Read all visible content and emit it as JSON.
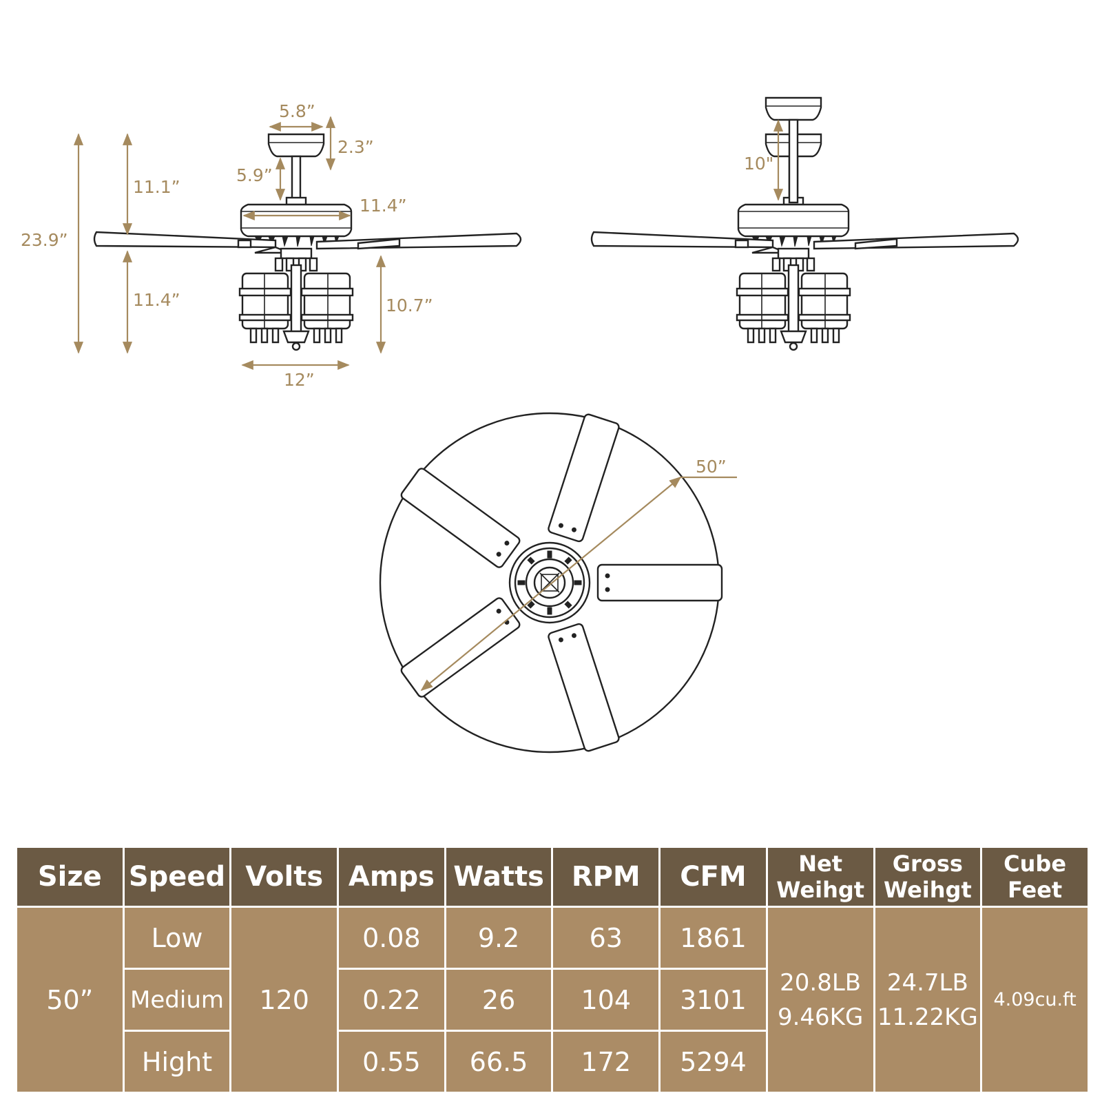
{
  "dimensions": {
    "canopy_width": "5.8”",
    "canopy_height": "2.3”",
    "downrod_short": "5.9”",
    "upper_height": "11.1”",
    "total_height": "23.9”",
    "lower_height": "11.4”",
    "motor_width": "11.4”",
    "light_kit_height": "10.7”",
    "light_kit_width": "12”",
    "downrod_long": "10\"",
    "blade_span": "50”"
  },
  "table": {
    "headers": [
      {
        "line1": "Size",
        "line2": ""
      },
      {
        "line1": "Speed",
        "line2": ""
      },
      {
        "line1": "Volts",
        "line2": ""
      },
      {
        "line1": "Amps",
        "line2": ""
      },
      {
        "line1": "Watts",
        "line2": ""
      },
      {
        "line1": "RPM",
        "line2": ""
      },
      {
        "line1": "CFM",
        "line2": ""
      },
      {
        "line1": "Net",
        "line2": "Weihgt"
      },
      {
        "line1": "Gross",
        "line2": "Weihgt"
      },
      {
        "line1": "Cube",
        "line2": "Feet"
      }
    ],
    "size": "50”",
    "volts": "120",
    "rows": [
      {
        "speed": "Low",
        "amps": "0.08",
        "watts": "9.2",
        "rpm": "63",
        "cfm": "1861"
      },
      {
        "speed": "Medium",
        "amps": "0.22",
        "watts": "26",
        "rpm": "104",
        "cfm": "3101"
      },
      {
        "speed": "Hight",
        "amps": "0.55",
        "watts": "66.5",
        "rpm": "172",
        "cfm": "5294"
      }
    ],
    "net_weight": {
      "lb": "20.8LB",
      "kg": "9.46KG"
    },
    "gross_weight": {
      "lb": "24.7LB",
      "kg": "11.22KG"
    },
    "cube_feet": "4.09cu.ft"
  },
  "colors": {
    "header_bg": "#6b5a44",
    "cell_bg": "#ab8c66",
    "dimension": "#a58a5e",
    "line_art": "#222222"
  }
}
